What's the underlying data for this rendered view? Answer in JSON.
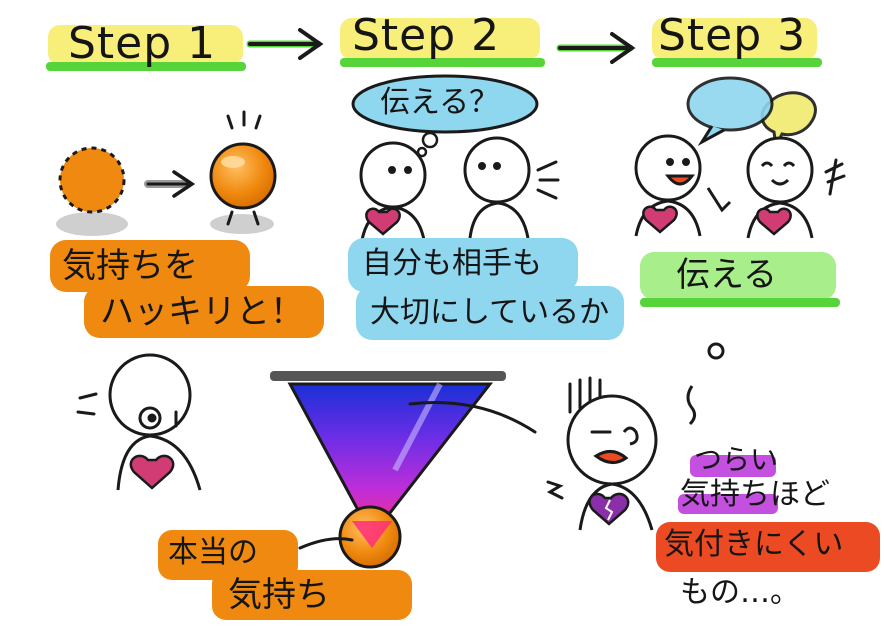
{
  "steps": [
    {
      "label": "Step 1"
    },
    {
      "label": "Step 2"
    },
    {
      "label": "Step 3"
    }
  ],
  "step1": {
    "caption_line1": "気持ちを",
    "caption_line2": "ハッキリと！"
  },
  "step2": {
    "bubble": "伝える？",
    "caption_line1": "自分も相手も",
    "caption_line2": "大切にしているか"
  },
  "step3": {
    "caption": "伝える"
  },
  "bottom": {
    "true_feeling_line1": "本当の",
    "true_feeling_line2": "気持ち",
    "note_line1": "つらい",
    "note_line2": "気持ちほど",
    "note_line3": "気付きにくい",
    "note_line4": "もの…。"
  },
  "colors": {
    "yellow": "#f8ef7a",
    "green": "#56d43a",
    "orange": "#f0890f",
    "blue": "#8fd6ef",
    "lightgreen": "#a8ee8a",
    "purple": "#c450e0",
    "red": "#ec4a22",
    "heart": "#d23c74"
  }
}
